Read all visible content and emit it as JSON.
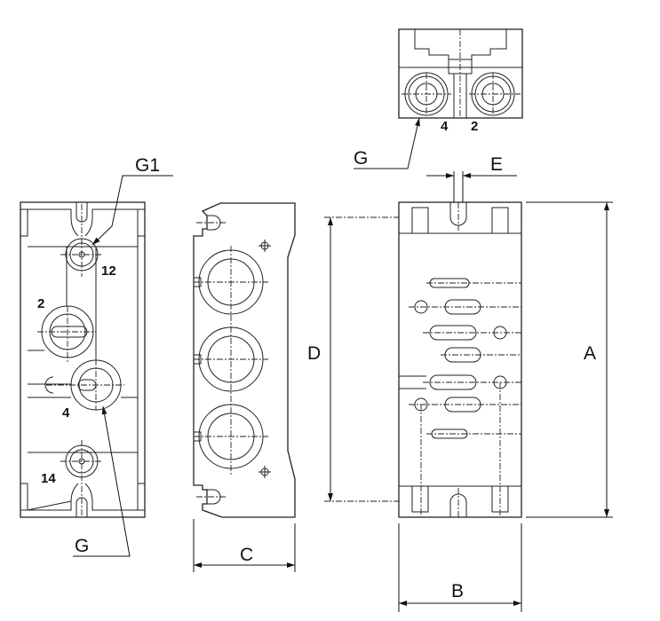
{
  "dimensions": {
    "A": "A",
    "B": "B",
    "C": "C",
    "D": "D",
    "E": "E"
  },
  "callouts": {
    "g1": "G1",
    "g_bottom": "G",
    "g_top": "G"
  },
  "ports": {
    "p12": "12",
    "p2": "2",
    "p4": "4",
    "p14": "14",
    "top_4": "4",
    "top_2": "2"
  }
}
